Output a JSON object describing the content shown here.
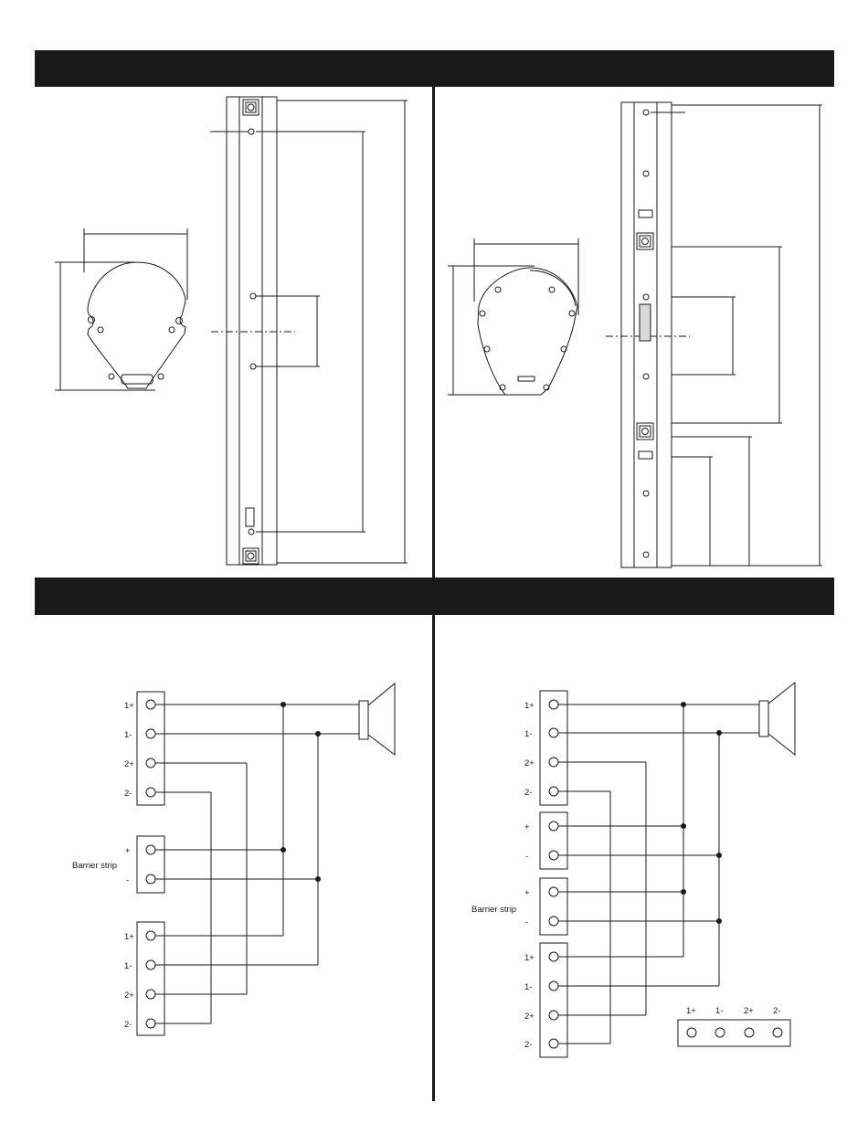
{
  "wiring_left": {
    "top_terminals": [
      "1+",
      "1-",
      "2+",
      "2-"
    ],
    "barrier_terminals": [
      "+",
      "-"
    ],
    "barrier_label": "Barrier strip",
    "bottom_terminals": [
      "1+",
      "1-",
      "2+",
      "2-"
    ]
  },
  "wiring_right": {
    "top_terminals": [
      "1+",
      "1-",
      "2+",
      "2-"
    ],
    "barrier_terminals_a": [
      "+",
      "-"
    ],
    "barrier_terminals_b": [
      "+",
      "-"
    ],
    "barrier_label": "Barrier strip",
    "bottom_terminals": [
      "1+",
      "1-",
      "2+",
      "2-"
    ],
    "input_terminals": [
      "1+",
      "1-",
      "2+",
      "2-"
    ]
  },
  "colors": {
    "ink": "#1a1a1a",
    "paper": "#ffffff",
    "panel": "#f2f2f2"
  }
}
